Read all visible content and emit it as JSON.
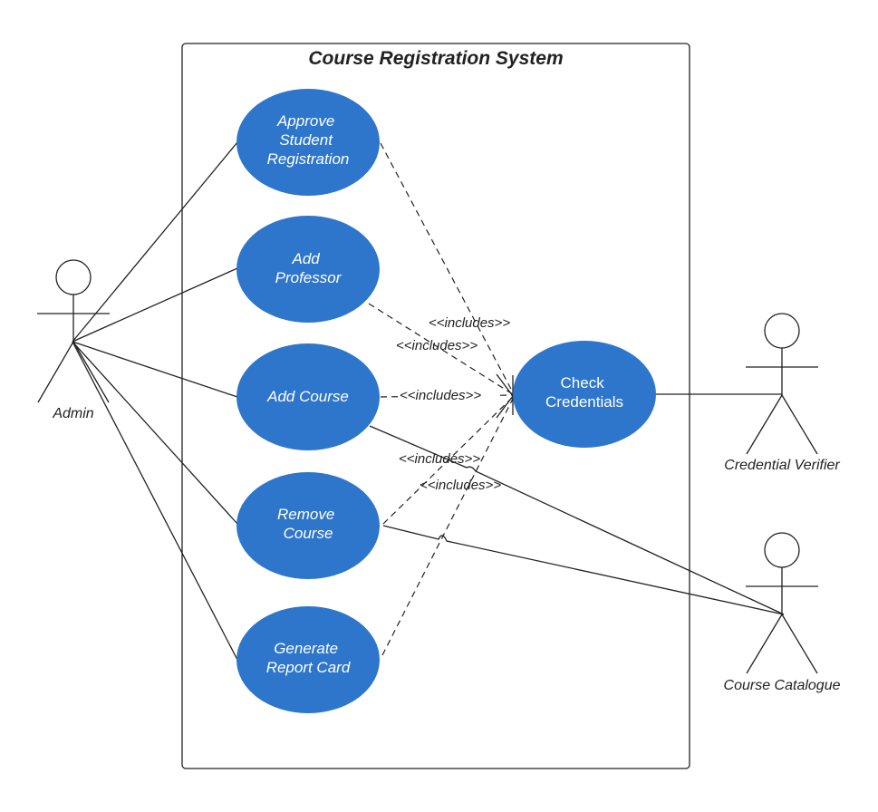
{
  "system": {
    "title": "Course Registration System"
  },
  "colors": {
    "use_case_fill": "#2e75cc",
    "line": "#222222",
    "text_on_fill": "#ffffff"
  },
  "actors": {
    "admin": "Admin",
    "credential_verifier": "Credential Verifier",
    "course_catalogue": "Course Catalogue"
  },
  "use_cases": {
    "approve": [
      "Approve",
      "Student",
      "Registration"
    ],
    "add_professor": [
      "Add",
      "Professor"
    ],
    "add_course": [
      "Add Course"
    ],
    "remove_course": [
      "Remove",
      "Course"
    ],
    "report_card": [
      "Generate",
      "Report Card"
    ],
    "check_credentials": [
      "Check",
      "Credentials"
    ]
  },
  "relationships": {
    "include_label": "<<includes>>"
  }
}
